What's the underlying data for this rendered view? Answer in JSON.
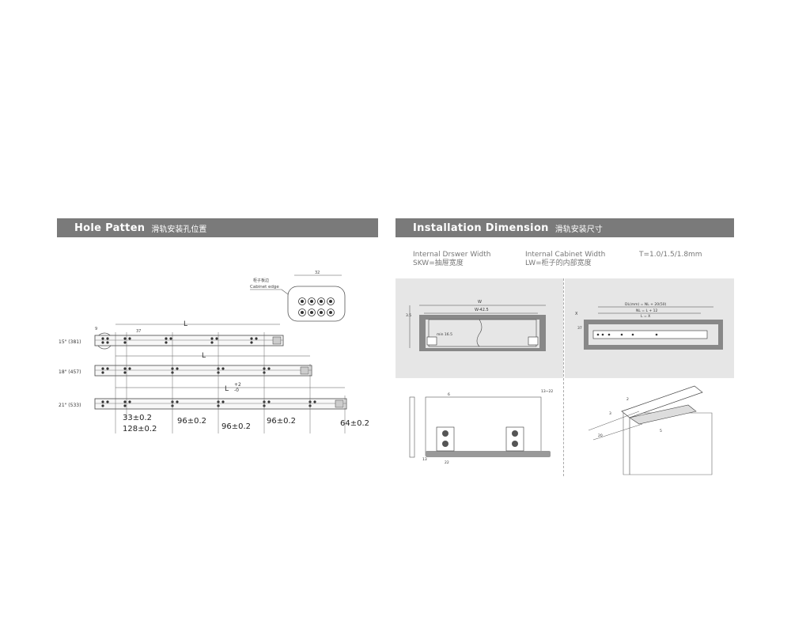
{
  "left_section": {
    "title": "Hole Patten",
    "title_cn": "滑轨安装孔位置",
    "cabinet_edge_label_cn": "柜子板边",
    "cabinet_edge_label": "Cabinet  edge",
    "length_label": "L",
    "length_tolerance_label": "L",
    "tolerance_plus": "+2",
    "tolerance_minus": "-0",
    "rows": [
      {
        "label": "15\" (381)"
      },
      {
        "label": "18\" (457)"
      },
      {
        "label": "21\" (533)"
      }
    ],
    "dimensions": [
      "33±0.2",
      "128±0.2",
      "96±0.2",
      "96±0.2",
      "96±0.2",
      "64±0.2"
    ],
    "detail_small_labels": [
      "32",
      "9",
      "37"
    ]
  },
  "right_section": {
    "title": "Installation Dimension",
    "title_cn": "滑轨安装尺寸",
    "captions": [
      {
        "line1": "Internal Drswer Width",
        "line2": "SKW=抽屉宽度"
      },
      {
        "line1": "Internal Cabinet Width",
        "line2": "LW=柜子的内部宽度"
      },
      {
        "line1": "T=1.0/1.5/1.8mm",
        "line2": ""
      }
    ],
    "panel_a_labels": {
      "top": "W",
      "second": "W-42.5",
      "side": "3.5",
      "small": "min 16.5"
    },
    "panel_b_labels": {
      "top": "DL(mm) = NL + 20(50)",
      "second": "NL = L + 12",
      "third": "L = X",
      "side_x": "X",
      "side_37": "37"
    },
    "bottom_a_labels": [
      "6",
      "13~22",
      "13",
      "22"
    ],
    "bottom_b_labels": [
      "2",
      "3",
      "5",
      "20"
    ]
  }
}
